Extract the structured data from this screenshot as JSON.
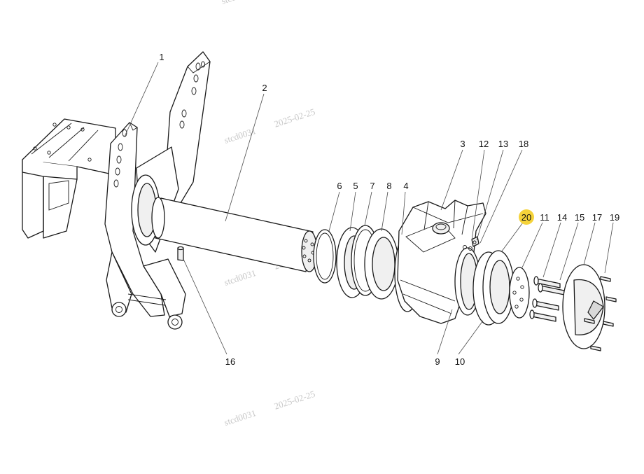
{
  "diagram": {
    "callouts": [
      "1",
      "2",
      "3",
      "12",
      "13",
      "18",
      "6",
      "5",
      "7",
      "8",
      "4",
      "20",
      "11",
      "14",
      "15",
      "17",
      "19",
      "9",
      "10",
      "16"
    ],
    "highlighted_callout": "20",
    "highlight_color": "#f5d33a",
    "line_color": "#1a1a1a"
  },
  "watermarks": [
    {
      "id": "stcd0031",
      "date": "2025-02-25"
    },
    {
      "id": "stcd0031",
      "date": "2025-02-25"
    },
    {
      "id": "stcd0031",
      "date": "2025-02-25"
    },
    {
      "id": "stcd0031",
      "date": "2025-02-25"
    }
  ]
}
